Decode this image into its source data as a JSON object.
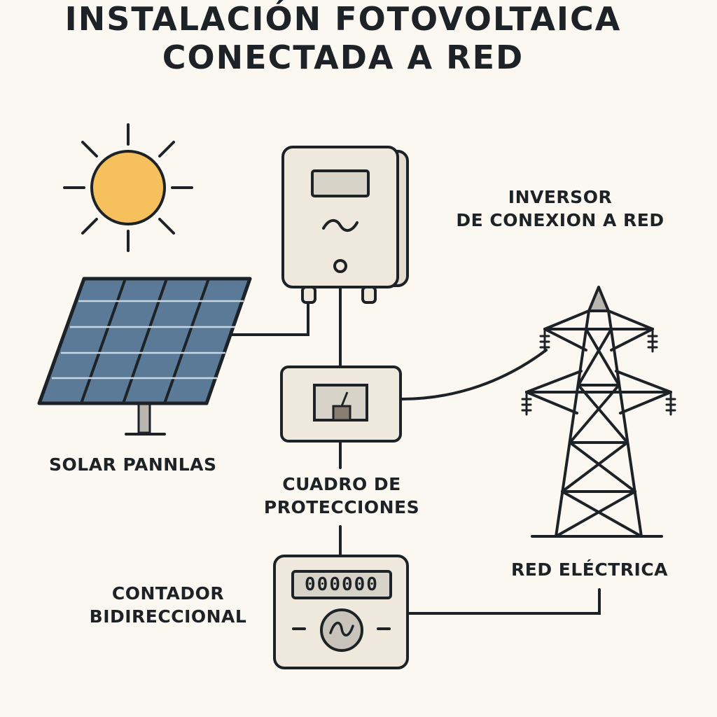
{
  "title": {
    "line1": "INSTALACIÓN FOTOVOLTAICA",
    "line2": "CONECTADA A RED"
  },
  "labels": {
    "solar_panels": "SOLAR PANNLAS",
    "inverter_line1": "INVERSOR",
    "inverter_line2": "DE CONEXION A RED",
    "protections_line1": "CUADRO DE",
    "protections_line2": "PROTECCIONES",
    "grid": "RED ELÉCTRICA",
    "meter_line1": "CONTADOR",
    "meter_line2": "BIDIRECCIONAL"
  },
  "meter": {
    "display": "000000"
  },
  "icons": [
    "sun-icon",
    "solar-panel-icon",
    "inverter-icon",
    "ac-wave-icon",
    "breaker-box-icon",
    "meter-icon",
    "transmission-tower-icon"
  ],
  "colors": {
    "background": "#fbf8f1",
    "outline": "#1d2226",
    "sun": "#f6c15c",
    "panel": "#5a7a98",
    "device_body": "#efe8dc",
    "device_screen": "#d8d3c9"
  }
}
